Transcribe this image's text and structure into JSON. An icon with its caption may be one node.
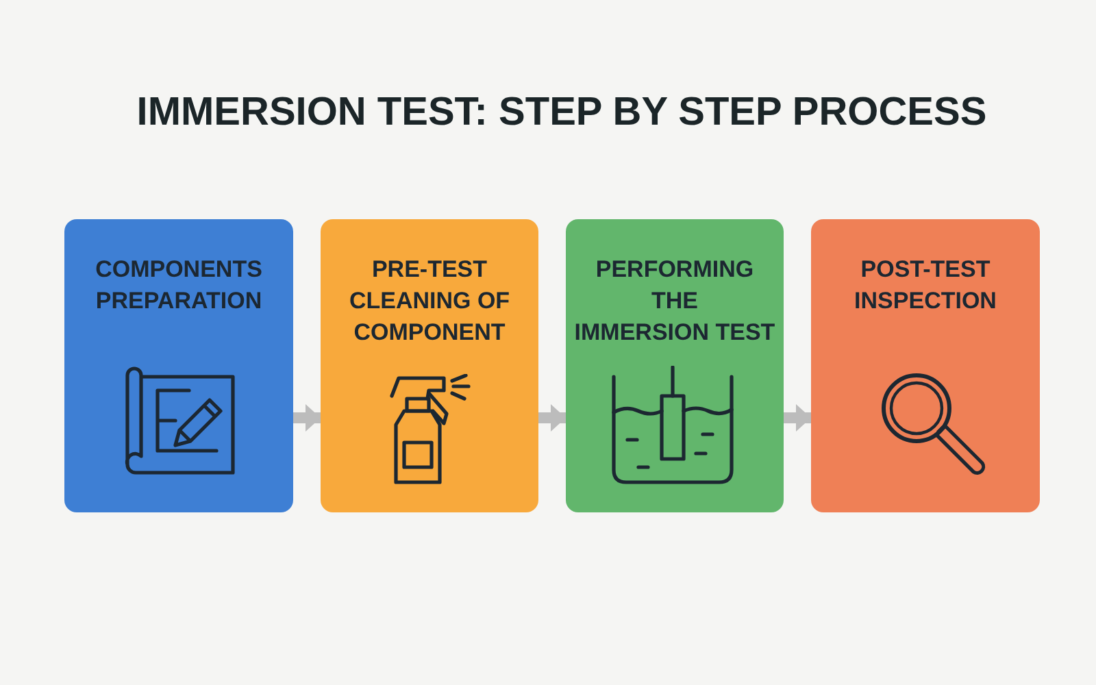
{
  "diagram": {
    "title": "IMMERSION TEST: STEP BY STEP PROCESS",
    "nodes": [
      {
        "text": [
          "COMPONENTS PREPARATION"
        ]
      },
      {
        "text": [
          "PRE-TEST CLEANING OF COMPONENT"
        ]
      },
      {
        "text": [
          "PERFORMING THE IMMERSION TEST"
        ]
      },
      {
        "text": [
          "POST-TEST INSPECTION"
        ]
      }
    ],
    "edges": [
      {
        "from": 0,
        "to": 1,
        "arrow": "to"
      },
      {
        "from": 1,
        "to": 2,
        "arrow": "to"
      },
      {
        "from": 2,
        "to": 3,
        "arrow": "to"
      }
    ]
  }
}
